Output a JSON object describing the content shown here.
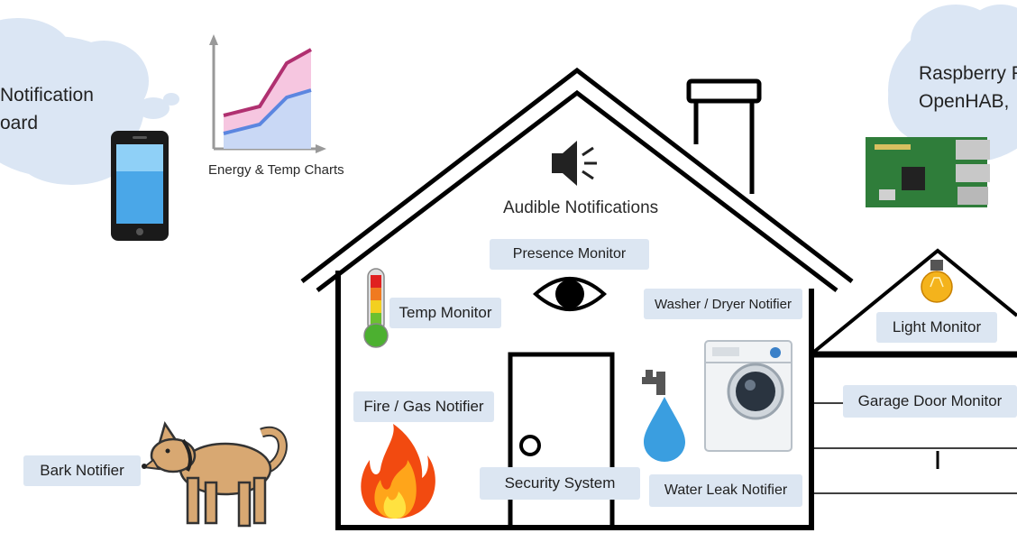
{
  "left_cloud": {
    "line1": "Notification",
    "line2": "oard"
  },
  "right_cloud": {
    "line1": "Raspberry F",
    "line2": "OpenHAB,"
  },
  "chart_caption": "Energy & Temp Charts",
  "audible": "Audible Notifications",
  "labels": {
    "presence": "Presence Monitor",
    "temp": "Temp Monitor",
    "washer": "Washer / Dryer Notifier",
    "light": "Light Monitor",
    "fire": "Fire / Gas Notifier",
    "garage": "Garage Door Monitor",
    "bark": "Bark Notifier",
    "security": "Security System",
    "water": "Water Leak Notifier"
  },
  "colors": {
    "label_bg": "#dce6f2",
    "cloud": "#dbe6f4",
    "line_stroke": "#000000"
  },
  "icons": [
    "smartphone-icon",
    "chart-icon",
    "speaker-icon",
    "eye-icon",
    "thermometer-icon",
    "fire-icon",
    "faucet-icon",
    "water-drop-icon",
    "washing-machine-icon",
    "light-bulb-icon",
    "dog-icon",
    "raspberry-pi-board-icon"
  ]
}
